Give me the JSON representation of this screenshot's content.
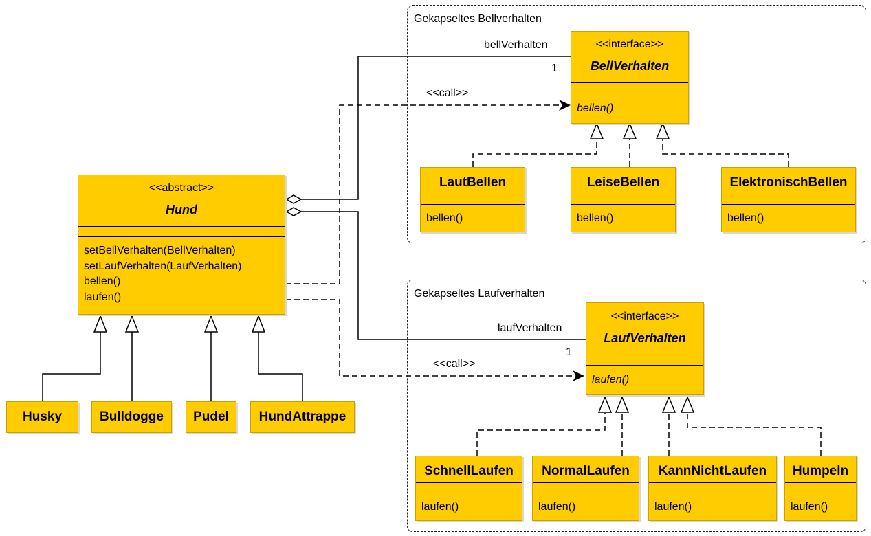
{
  "packages": {
    "bell": {
      "label": "Gekapseltes Bellverhalten"
    },
    "lauf": {
      "label": "Gekapseltes Laufverhalten"
    }
  },
  "hund": {
    "stereotype": "<<abstract>>",
    "name": "Hund",
    "operations": [
      "setBellVerhalten(BellVerhalten)",
      "setLaufVerhalten(LaufVerhalten)",
      "bellen()",
      "laufen()"
    ]
  },
  "bell_interface": {
    "stereotype": "<<interface>>",
    "name": "BellVerhalten",
    "operation": "bellen()"
  },
  "lauf_interface": {
    "stereotype": "<<interface>>",
    "name": "LaufVerhalten",
    "operation": "laufen()"
  },
  "bell_impls": [
    {
      "name": "LautBellen",
      "operation": "bellen()"
    },
    {
      "name": "LeiseBellen",
      "operation": "bellen()"
    },
    {
      "name": "ElektronischBellen",
      "operation": "bellen()"
    }
  ],
  "lauf_impls": [
    {
      "name": "SchnellLaufen",
      "operation": "laufen()"
    },
    {
      "name": "NormalLaufen",
      "operation": "laufen()"
    },
    {
      "name": "KannNichtLaufen",
      "operation": "laufen()"
    },
    {
      "name": "Humpeln",
      "operation": "laufen()"
    }
  ],
  "subclasses": [
    "Husky",
    "Bulldogge",
    "Pudel",
    "HundAttrappe"
  ],
  "associations": {
    "bell": {
      "role": "bellVerhalten",
      "multiplicity": "1"
    },
    "lauf": {
      "role": "laufVerhalten",
      "multiplicity": "1"
    }
  },
  "dependencies": {
    "bell": {
      "label": "<<call>>"
    },
    "lauf": {
      "label": "<<call>>"
    }
  }
}
